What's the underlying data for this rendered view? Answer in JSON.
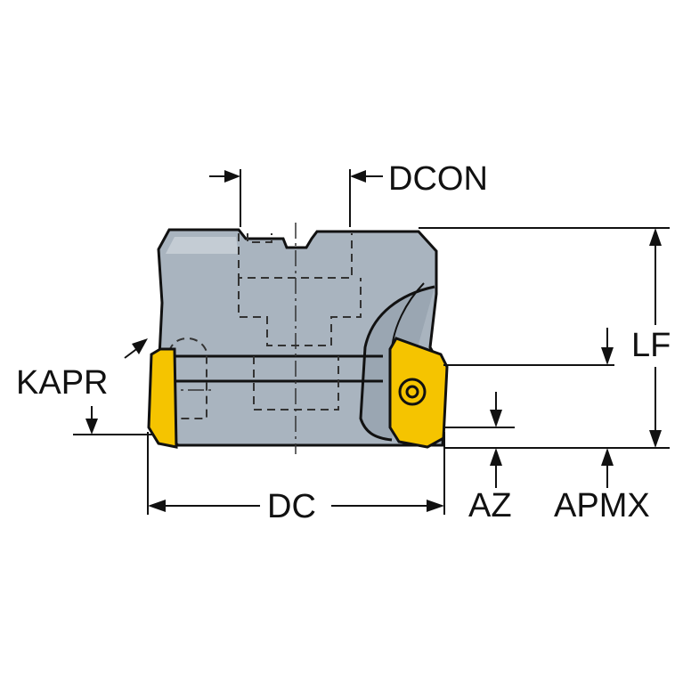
{
  "labels": {
    "dcon": "DCON",
    "lf": "LF",
    "kapr": "KAPR",
    "dc": "DC",
    "az": "AZ",
    "apmx": "APMX"
  },
  "colors": {
    "body_fill": "#a9b4bf",
    "body_highlight": "#c4ccd4",
    "insert_fill": "#f5c400",
    "line": "#111111"
  }
}
